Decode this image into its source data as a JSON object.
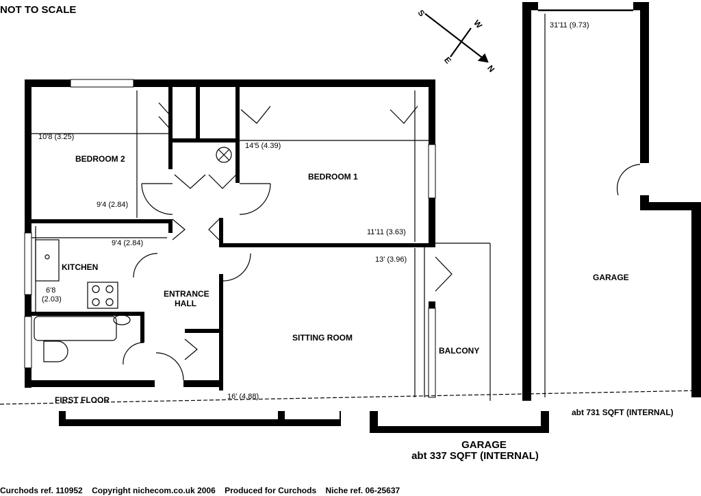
{
  "header": {
    "scale_note": "NOT TO SCALE"
  },
  "compass": {
    "n": "N",
    "s": "S",
    "e": "E",
    "w": "W"
  },
  "rooms": {
    "bedroom2": "BEDROOM 2",
    "bedroom1": "BEDROOM 1",
    "kitchen": "KITCHEN",
    "entrance_hall_1": "ENTRANCE",
    "entrance_hall_2": "HALL",
    "sitting_room": "SITTING ROOM",
    "balcony": "BALCONY",
    "garage": "GARAGE"
  },
  "dimensions": {
    "bedroom2_width": "10'8 (3.25)",
    "bedroom2_depth": "9'4 (2.84)",
    "bedroom1_width": "14'5 (4.39)",
    "bedroom1_depth": "11'11 (3.63)",
    "kitchen_width": "9'4 (2.84)",
    "kitchen_depth_1": "6'8",
    "kitchen_depth_2": "(2.03)",
    "sitting_depth": "13' (3.96)",
    "sitting_width": "16' (4.88)",
    "garage_length": "31'11 (9.73)"
  },
  "areas": {
    "first_floor": "FIRST FLOOR",
    "total": "abt 731 SQFT (INTERNAL)",
    "garage_title": "GARAGE",
    "garage_area": "abt 337 SQFT (INTERNAL)"
  },
  "footer": {
    "text": "Curchods ref. 110952    Copyright nichecom.co.uk 2006    Produced for Curchods    Niche ref. 06-25637"
  }
}
